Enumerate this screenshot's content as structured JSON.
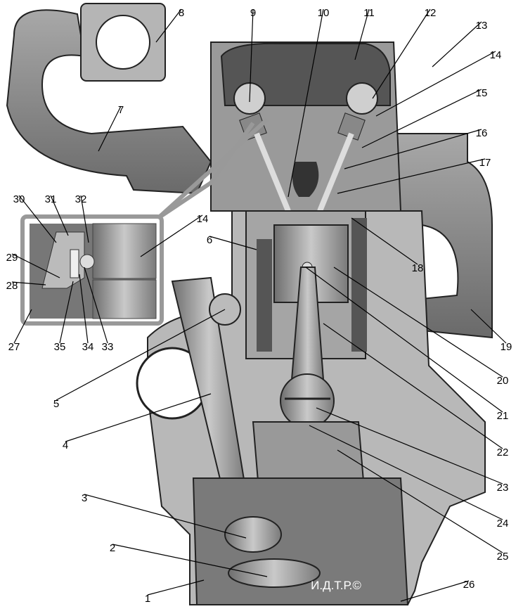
{
  "diagram": {
    "labels": [
      "1",
      "2",
      "3",
      "4",
      "5",
      "6",
      "7",
      "8",
      "9",
      "10",
      "11",
      "12",
      "13",
      "14",
      "15",
      "16",
      "17",
      "18",
      "19",
      "20",
      "21",
      "22",
      "23",
      "24",
      "25",
      "26",
      "27",
      "28",
      "29",
      "30",
      "31",
      "32",
      "33",
      "34",
      "35"
    ],
    "inset_label": "14",
    "watermark": "И.Д.Т.Р.©",
    "colors": {
      "metal": "#8f8f8f",
      "dark": "#4a4a4a",
      "light": "#c8c8c8",
      "cut": "#b0b0b0"
    }
  }
}
